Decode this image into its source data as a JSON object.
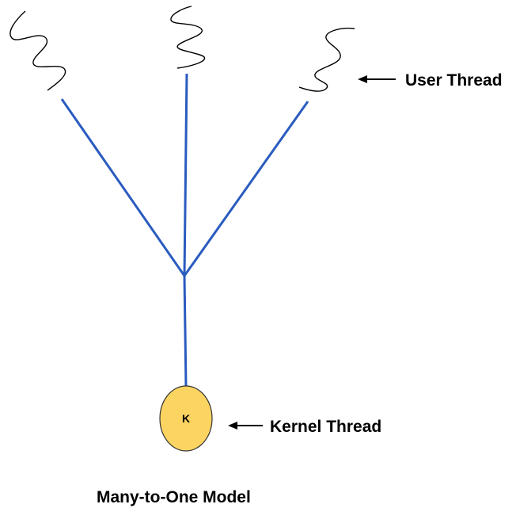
{
  "diagram": {
    "title": "Many-to-One Model",
    "user_thread_label": "User Thread",
    "kernel_thread_label": "Kernel Thread",
    "kernel_node_text": "K",
    "user_thread_count": 3,
    "colors": {
      "connector": "#2a5bbf",
      "kernel_fill": "#fcd462",
      "kernel_stroke": "#333333",
      "thread_wave": "#000000",
      "text": "#000000"
    }
  }
}
